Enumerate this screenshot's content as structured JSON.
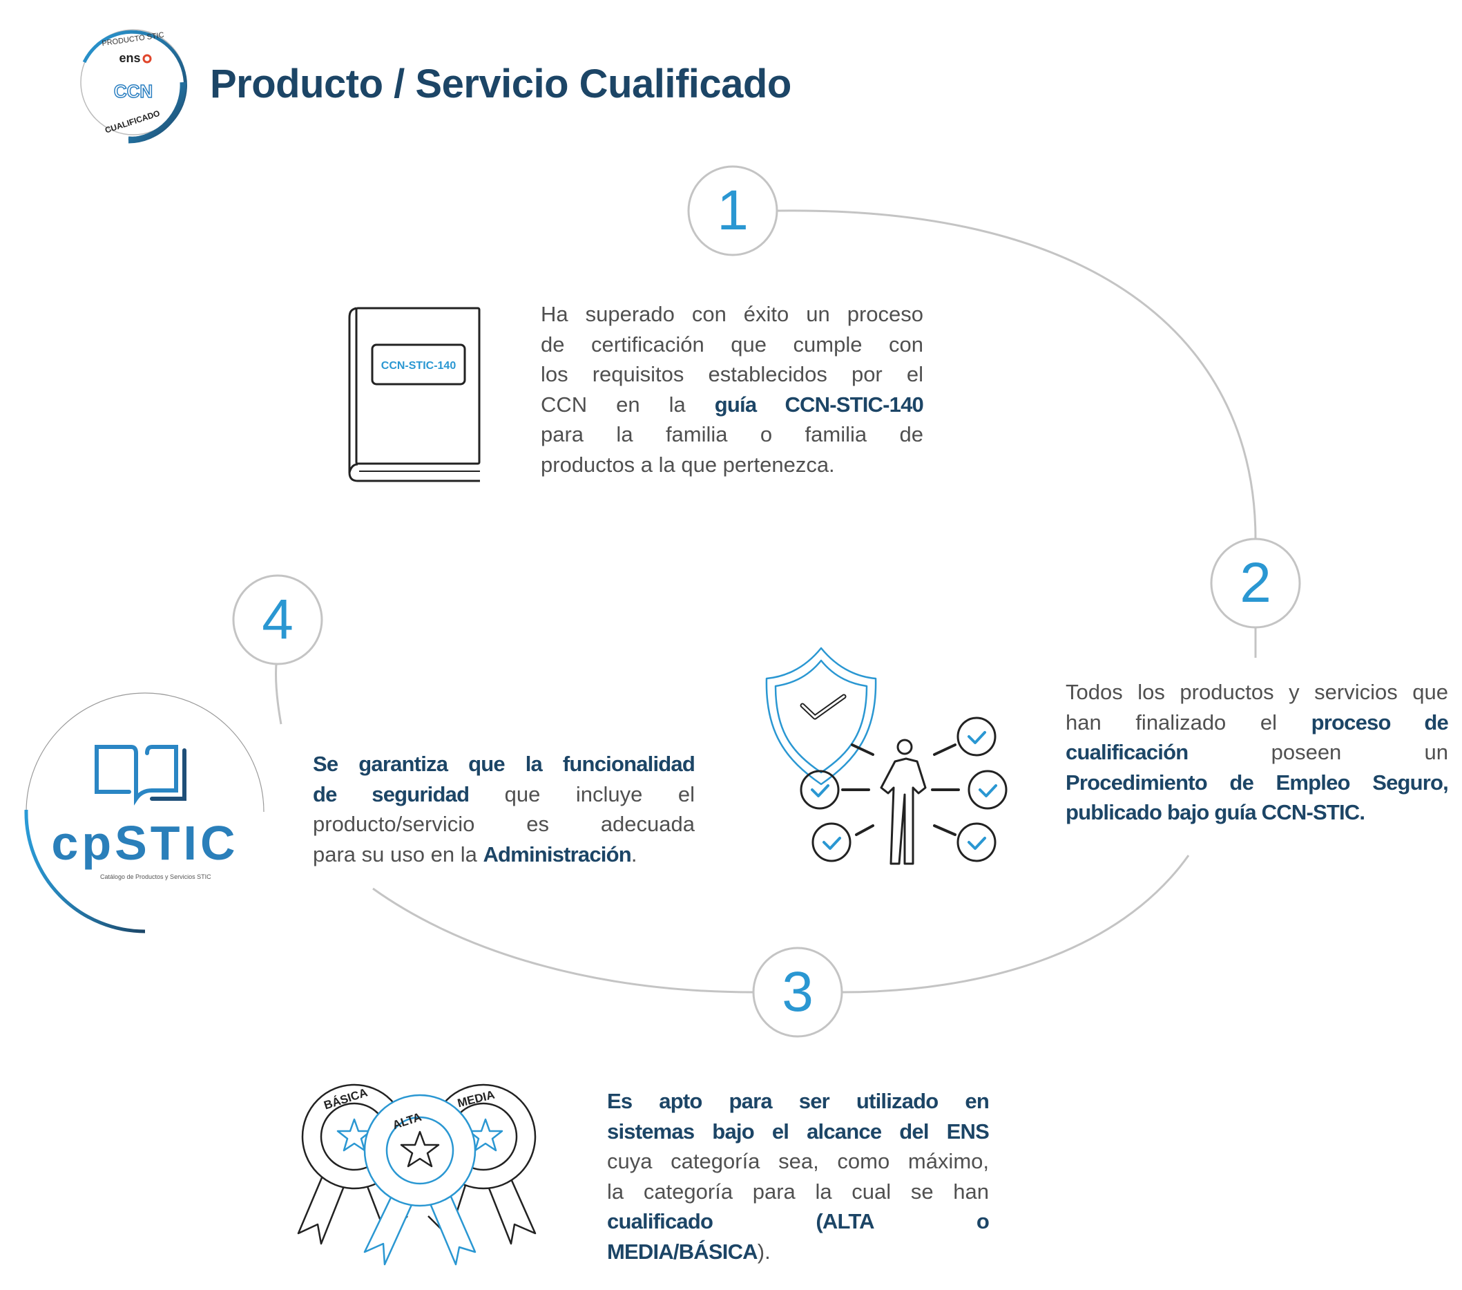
{
  "header": {
    "title": "Producto / Servicio Cualificado",
    "badge": {
      "top_text": "PRODUCTO STIC",
      "ens_logo": "ens",
      "ccn_logo": "CCN",
      "bottom_text": "CUALIFICADO"
    }
  },
  "steps": [
    {
      "number": "1"
    },
    {
      "number": "2"
    },
    {
      "number": "3"
    },
    {
      "number": "4"
    }
  ],
  "step1": {
    "book_label": "CCN-STIC-140",
    "lines": [
      [
        "Ha superado con éxito un proceso"
      ],
      [
        "de certificación que cumple con"
      ],
      [
        "los requisitos establecidos por el"
      ],
      [
        "CCN en la ",
        "guía CCN-STIC-140"
      ],
      [
        "para la familia o familia de"
      ],
      [
        "productos a la que pertenezca."
      ]
    ]
  },
  "step2": {
    "lines": [
      [
        "Todos los productos y servicios que"
      ],
      [
        "han finalizado el ",
        "proceso de"
      ],
      [
        "cualificación",
        " poseen un"
      ],
      [
        "Procedimiento de Empleo Seguro,"
      ],
      [
        "publicado bajo guía CCN-STIC."
      ]
    ]
  },
  "step3": {
    "medals": [
      "BÁSICA",
      "ALTA",
      "MEDIA"
    ],
    "lines": [
      [
        "Es apto para ser utilizado en"
      ],
      [
        "sistemas bajo el alcance del ENS"
      ],
      [
        "cuya categoría sea, como máximo,"
      ],
      [
        "la categoría para la cual se han"
      ],
      [
        "cualificado (ALTA o"
      ],
      [
        "MEDIA/BÁSICA",
        ")."
      ]
    ]
  },
  "step4": {
    "logo_text": "cpSTIC",
    "logo_subtitle": "Catálogo de Productos y Servicios STIC",
    "lines": [
      [
        "Se garantiza que la funcionalidad"
      ],
      [
        "de seguridad",
        " que incluye el"
      ],
      [
        "producto/servicio es adecuada"
      ],
      [
        "para su uso en la ",
        "Administración",
        "."
      ]
    ]
  },
  "colors": {
    "accent": "#2a97d2",
    "dark": "#1c4566",
    "text": "#505050",
    "line": "#c4c4c4"
  }
}
